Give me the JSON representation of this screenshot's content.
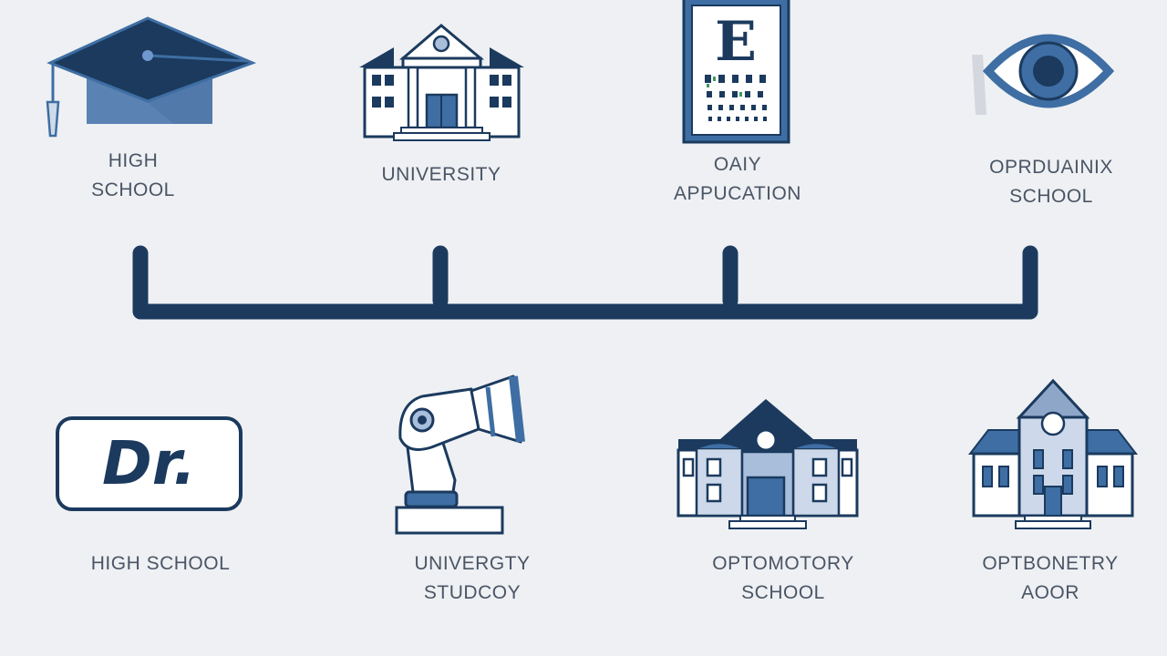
{
  "colors": {
    "navy": "#1b3a5e",
    "blue": "#3e6ea3",
    "light_blue": "#a9bedb",
    "text": "#4a5565",
    "background": "#eef0f3"
  },
  "top_row": [
    {
      "icon": "graduation-cap-icon",
      "lines": [
        "HIGH",
        "SCHOOL"
      ]
    },
    {
      "icon": "university-building-icon",
      "lines": [
        "UNIVERSITY"
      ]
    },
    {
      "icon": "eye-chart-icon",
      "lines": [
        "OAIY",
        "APPUCATION"
      ]
    },
    {
      "icon": "eye-icon",
      "lines": [
        "OPRDUAINIX",
        "SCHOOL"
      ]
    }
  ],
  "bottom_row": [
    {
      "icon": "doctor-title-badge-icon",
      "badge_text": "Dr.",
      "lines": [
        "HIGH SCHOOL"
      ]
    },
    {
      "icon": "phoropter-icon",
      "lines": [
        "UNIVERGTY",
        "STUDCOY"
      ]
    },
    {
      "icon": "school-building-icon",
      "lines": [
        "OPTOMOTORY",
        "SCHOOL"
      ]
    },
    {
      "icon": "clock-tower-building-icon",
      "lines": [
        "OPTBONETRY",
        "AOOR"
      ]
    }
  ]
}
